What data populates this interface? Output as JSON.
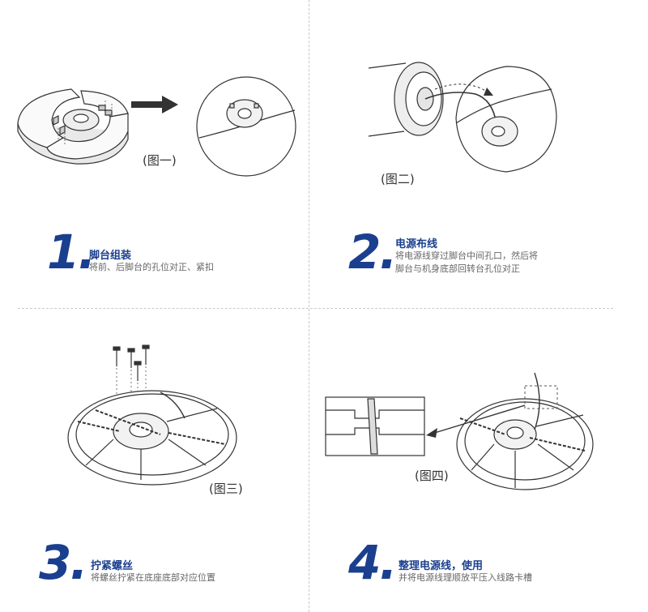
{
  "panels": [
    {
      "caption": "(图一)",
      "step": {
        "number": "1.",
        "title": "脚台组装",
        "desc_lines": [
          "将前、后脚台的孔位对正、紧扣"
        ]
      }
    },
    {
      "caption": "(图二)",
      "step": {
        "number": "2.",
        "title": "电源布线",
        "desc_lines": [
          "将电源线穿过脚台中间孔口，然后将",
          "脚台与机身底部回转台孔位对正"
        ]
      }
    },
    {
      "caption": "(图三)",
      "step": {
        "number": "3.",
        "title": "拧紧螺丝",
        "desc_lines": [
          "将螺丝拧紧在底座底部对应位置"
        ]
      }
    },
    {
      "caption": "(图四)",
      "step": {
        "number": "4.",
        "title": "整理电源线，使用",
        "desc_lines": [
          "并将电源线理顺放平压入线路卡槽"
        ]
      }
    }
  ],
  "colors": {
    "accent": "#1b3f8f",
    "line": "#333333",
    "divider": "#c8c8c8"
  }
}
